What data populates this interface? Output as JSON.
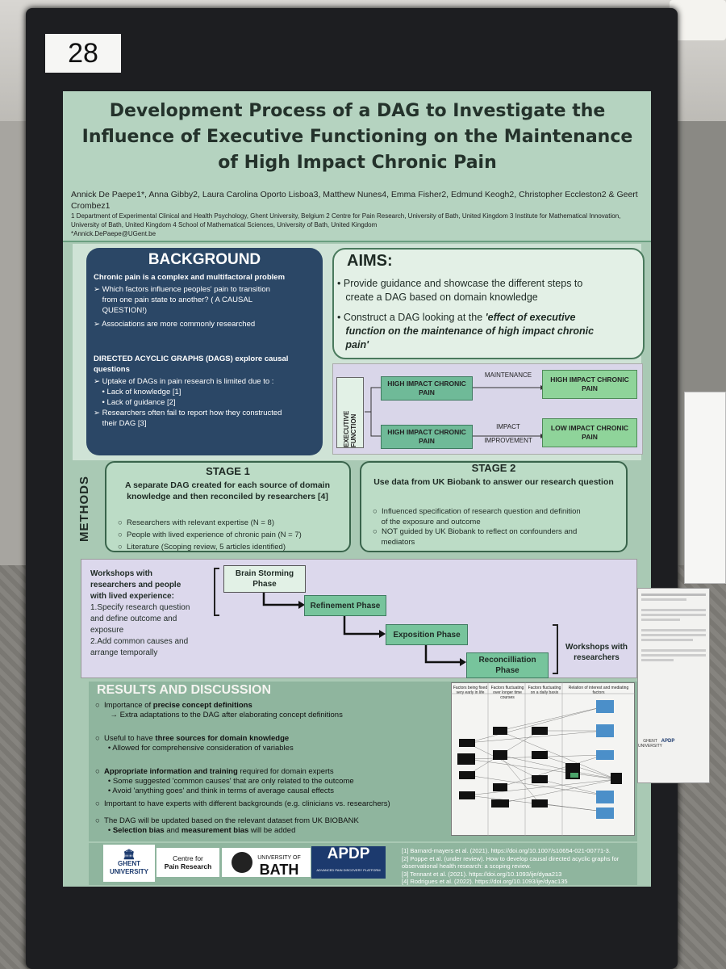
{
  "poster_number": "28",
  "header": {
    "title_line1": "Development Process of a DAG to Investigate the",
    "title_line2": "Influence of Executive Functioning on the Maintenance",
    "title_line3": "of High Impact Chronic Pain",
    "authors": "Annick De Paepe1*, Anna Gibby2, Laura Carolina Oporto Lisboa3, Matthew Nunes4, Emma Fisher2, Edmund Keogh2, Christopher Eccleston2 & Geert Crombez1",
    "affiliations": "1 Department of Experimental Clinical and Health Psychology, Ghent University, Belgium 2 Centre for Pain Research, University of Bath, United Kingdom 3 Institute for Mathematical Innovation, University of Bath, United Kingdom 4 School of Mathematical Sciences, University of Bath, United Kingdom",
    "email": "*Annick.DePaepe@UGent.be"
  },
  "background": {
    "title": "BACKGROUND",
    "subtitle": "Chronic pain is a complex and multifactoral problem",
    "b1a": "Which factors influence peoples' pain to transition",
    "b1b": "from one pain state to another? ( A CAUSAL",
    "b1c": "QUESTION!)",
    "b2": "Associations are more commonly researched",
    "dag_head_a": "DIRECTED ACYCLIC GRAPHS (DAGS) explore causal",
    "dag_head_b": "questions",
    "d1": "Uptake of DAGs in pain research is limited due to :",
    "d1a": "Lack of knowledge [1]",
    "d1b": "Lack of guidance [2]",
    "d2a": "Researchers often fail to report how they constructed",
    "d2b": "their DAG [3]"
  },
  "aims": {
    "title": "AIMS:",
    "a1a": "Provide guidance and showcase the different steps to",
    "a1b": "create a DAG based on domain knowledge",
    "a2a": "Construct a DAG looking at the ",
    "a2b": "'effect of executive",
    "a2c": "function on the maintenance of high impact chronic",
    "a2d": "pain'"
  },
  "flow": {
    "ef": "EXECUTIVE FUNCTION",
    "hicp": "HIGH IMPACT CHRONIC PAIN",
    "maintenance": "MAINTENANCE",
    "impact_improvement_a": "IMPACT",
    "impact_improvement_b": "IMPROVEMENT",
    "licp": "LOW IMPACT CHRONIC PAIN"
  },
  "methods": {
    "label": "METHODS",
    "stage1_title": "STAGE 1",
    "stage1_sub_a": "A separate DAG created for each source of domain",
    "stage1_sub_b": "knowledge and then reconciled by researchers [4]",
    "s1_1": "Researchers with relevant expertise (N = 8)",
    "s1_2": "People with lived experience of chronic pain (N = 7)",
    "s1_3": "Literature (Scoping review, 5 articles identified)",
    "stage2_title": "STAGE 2",
    "stage2_sub": "Use data from UK Biobank to answer our research question",
    "s2_1a": "Influenced specification of research question and definition",
    "s2_1b": "of the exposure and outcome",
    "s2_2a": "NOT guided by UK Biobank to reflect on confounders and",
    "s2_2b": "mediators"
  },
  "workshops": {
    "head_a": "Workshops with",
    "head_b": "researchers and people",
    "head_c": "with lived experience:",
    "i1a": "1.Specify research question",
    "i1b": "and define outcome and",
    "i1c": "exposure",
    "i2a": "2.Add common causes and",
    "i2b": "arrange temporally",
    "phase1": "Brain Storming Phase",
    "phase2": "Refinement Phase",
    "phase3": "Exposition Phase",
    "phase4": "Reconcilliation Phase",
    "with_researchers": "Workshops with researchers"
  },
  "results": {
    "title": "RESULTS AND DISCUSSION",
    "r1_pre": "Importance of ",
    "r1_bold": "precise concept definitions",
    "r1_sub": "→ Extra adaptations to the DAG after elaborating concept definitions",
    "r2_pre": "Useful to have ",
    "r2_bold": "three sources for domain knowledge",
    "r2_sub": "Allowed for comprehensive consideration of variables",
    "r3_bold": "Appropriate information and training",
    "r3_post": " required for domain experts",
    "r3_s1": "Some suggested 'common causes' that are only related to the outcome",
    "r3_s2": "Avoid 'anything goes' and think in terms of average causal effects",
    "r4": "Important to have experts with different backgrounds (e.g. clinicians vs. researchers)",
    "r5": "The DAG will be updated based on the relevant dataset from UK BIOBANK",
    "r5_s1_bold1": "Selection bias",
    "r5_s1_mid": " and ",
    "r5_s1_bold2": "measurement bias",
    "r5_s1_post": " will be added",
    "dag_cols": [
      "Factors being fixed very early in life",
      "Factors fluctuating over longer time courses",
      "Factors fluctuating on a daily basis",
      "Relation of interest and mediating factors"
    ]
  },
  "footer": {
    "ghent_a": "GHENT",
    "ghent_b": "UNIVERSITY",
    "cpr_a": "Centre for",
    "cpr_b": "Pain Research",
    "bath_a": "UNIVERSITY OF",
    "bath_b": "BATH",
    "apdp": "APDP",
    "apdp_sub": "ADVANCED PAIN DISCOVERY PLATFORM",
    "ref1": "[1] Barnard-mayers et al. (2021). https://doi.org/10.1007/s10654-021-00771-3.",
    "ref2a": "[2] Poppe et al. (under review). How to develop causal directed acyclic graphs for",
    "ref2b": "observational health research: a scoping review.",
    "ref3": "[3] Tennant et al. (2021). https://doi.org/10.1093/ije/dyaa213",
    "ref4": "[4] Rodrigues et al. (2022). https://doi.org/10.1093/ije/dyac135"
  },
  "side_poster": {
    "logo1": "GHENT UNIVERSITY",
    "logo2": "APDP"
  },
  "colors": {
    "poster_green": "#a9c9b4",
    "navy": "#2b4766",
    "lavender": "#dcd8ec",
    "node_green": "#77c49c"
  }
}
